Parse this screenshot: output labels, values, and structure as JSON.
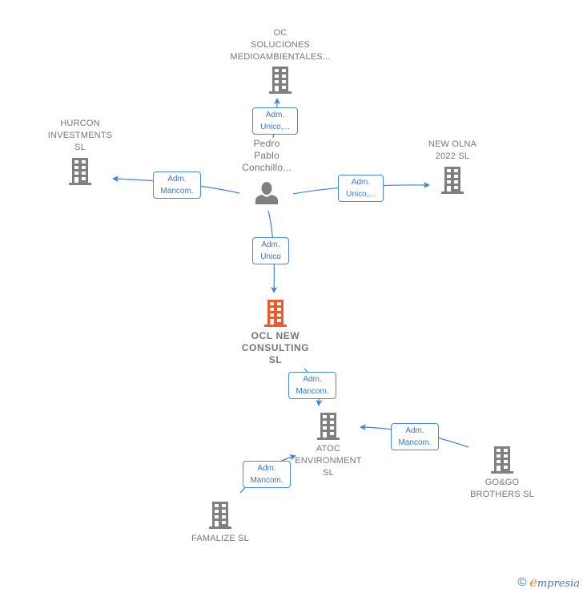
{
  "colors": {
    "edge": "#3f82d8",
    "company_icon": "#808080",
    "main_company_icon": "#f05a28",
    "person_icon": "#808080",
    "label": "#777777"
  },
  "nodes": {
    "oc_soluciones": {
      "label": "OC\nSOLUCIONES\nMEDIOAMBIENTALES...",
      "icon": "building-icon"
    },
    "hurcon": {
      "label": "HURCON\nINVESTMENTS\nSL",
      "icon": "building-icon"
    },
    "person": {
      "label": "Pedro\nPablo\nConchillo...",
      "icon": "person-icon"
    },
    "new_olna": {
      "label": "NEW OLNA\n2022  SL",
      "icon": "building-icon"
    },
    "ocl_new": {
      "label": "OCL NEW\nCONSULTING\nSL",
      "icon": "building-icon"
    },
    "atoc": {
      "label": "ATOC\nENVIRONMENT\nSL",
      "icon": "building-icon"
    },
    "gogo": {
      "label": "GO&GO\nBROTHERS  SL",
      "icon": "building-icon"
    },
    "famalize": {
      "label": "FAMALIZE  SL",
      "icon": "building-icon"
    }
  },
  "edges": [
    {
      "from": "person",
      "to": "oc_soluciones",
      "label": "Adm.\nUnico,..."
    },
    {
      "from": "person",
      "to": "hurcon",
      "label": "Adm.\nMancom."
    },
    {
      "from": "person",
      "to": "new_olna",
      "label": "Adm.\nUnico,..."
    },
    {
      "from": "person",
      "to": "ocl_new",
      "label": "Adm.\nUnico"
    },
    {
      "from": "ocl_new",
      "to": "atoc",
      "label": "Adm.\nMancom."
    },
    {
      "from": "gogo",
      "to": "atoc",
      "label": "Adm.\nMancom."
    },
    {
      "from": "famalize",
      "to": "atoc",
      "label": "Adm.\nMancom."
    }
  ],
  "footer": {
    "copyright": "©",
    "brand_initial": "e",
    "brand_rest": "mpresia"
  }
}
